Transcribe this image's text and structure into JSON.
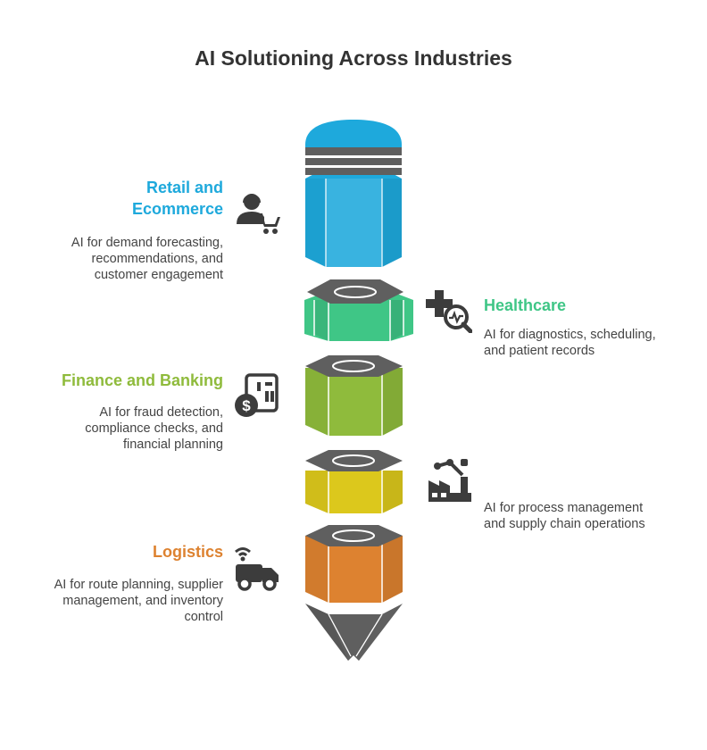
{
  "title": "AI Solutioning Across Industries",
  "colors": {
    "retail": "#1ea9dc",
    "healthcare": "#3fc686",
    "finance": "#8fbb3c",
    "manufacturing": "#dcc81c",
    "logistics": "#dd8230",
    "cap": "#5f5f5f",
    "icon": "#3c3c3c"
  },
  "industries": [
    {
      "id": "retail",
      "title_lines": [
        "Retail and",
        "Ecommerce"
      ],
      "desc_lines": [
        "AI for demand forecasting,",
        "recommendations, and",
        "customer engagement"
      ],
      "icon": "shopper-cart-icon",
      "side": "left"
    },
    {
      "id": "healthcare",
      "title_lines": [
        "Healthcare"
      ],
      "desc_lines": [
        "AI for diagnostics, scheduling,",
        "and patient records"
      ],
      "icon": "medical-analysis-icon",
      "side": "right"
    },
    {
      "id": "finance",
      "title_lines": [
        "Finance and Banking"
      ],
      "desc_lines": [
        "AI for fraud detection,",
        "compliance checks, and",
        "financial planning"
      ],
      "icon": "finance-calculator-icon",
      "side": "left"
    },
    {
      "id": "manufacturing",
      "title_lines": [],
      "desc_lines": [
        "AI for process management",
        "and supply chain operations"
      ],
      "icon": "factory-robot-icon",
      "side": "right"
    },
    {
      "id": "logistics",
      "title_lines": [
        "Logistics"
      ],
      "desc_lines": [
        "AI for route planning, supplier",
        "management, and inventory",
        "control"
      ],
      "icon": "delivery-truck-icon",
      "side": "left"
    }
  ]
}
